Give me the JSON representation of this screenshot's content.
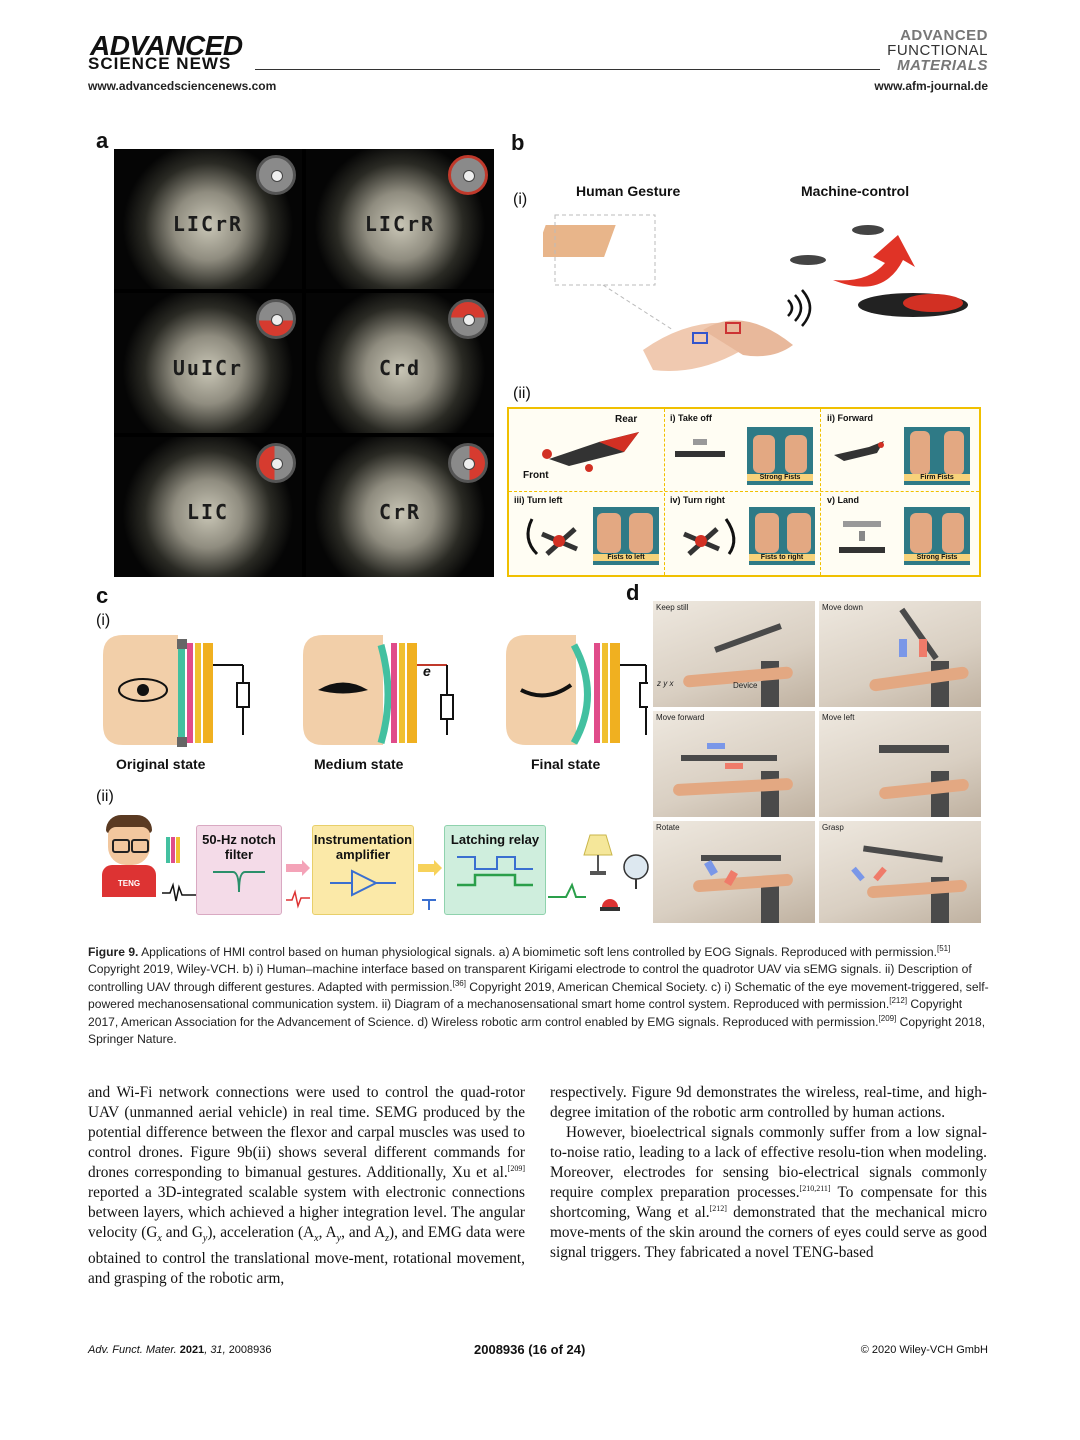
{
  "header": {
    "brand_left_line1": "ADVANCED",
    "brand_left_line2": "SCIENCE NEWS",
    "url_left": "www.advancedsciencenews.com",
    "brand_right_line1": "ADVANCED",
    "brand_right_line2": "FUNCTIONAL",
    "brand_right_line3": "MATERIALS",
    "url_right": "www.afm-journal.de"
  },
  "figure": {
    "panel_labels": {
      "a": "a",
      "b": "b",
      "c": "c",
      "d": "d"
    },
    "panel_a": {
      "tiles": [
        "LICrR",
        "LICrR",
        "UuICr",
        "Crd",
        "LIC",
        "CrR"
      ]
    },
    "panel_b": {
      "sub_i": "(i)",
      "sub_ii": "(ii)",
      "human_gesture": "Human Gesture",
      "machine_control": "Machine-control",
      "rear": "Rear",
      "front": "Front",
      "cells": [
        {
          "title": "i) Take off",
          "caption": "Strong Fists"
        },
        {
          "title": "ii) Forward",
          "caption": "Firm Fists"
        },
        {
          "title": "iii) Turn left",
          "caption": "Fists to left"
        },
        {
          "title": "iv) Turn right",
          "caption": "Fists to right"
        },
        {
          "title": "v) Land",
          "caption": "Strong Fists"
        }
      ]
    },
    "panel_c": {
      "sub_i": "(i)",
      "sub_ii": "(ii)",
      "states": [
        "Original state",
        "Medium state",
        "Final state"
      ],
      "e_label": "e",
      "teng": "TENG",
      "blocks": [
        "50-Hz notch filter",
        "Instrumentation amplifier",
        "Latching relay"
      ]
    },
    "panel_d": {
      "cells": [
        "Keep still",
        "Move down",
        "Move forward",
        "Move left",
        "Rotate",
        "Grasp"
      ],
      "device_label": "Device",
      "axes": "z y x"
    }
  },
  "caption": {
    "label": "Figure 9.",
    "text1": " Applications of HMI control based on human physiological signals. a) A biomimetic soft lens controlled by EOG Signals. Reproduced with permission.",
    "ref1": "[51]",
    "text2": " Copyright 2019, Wiley-VCH. b) i) Human–machine interface based on transparent Kirigami electrode to control the quadrotor UAV via sEMG signals. ii) Description of controlling UAV through different gestures. Adapted with permission.",
    "ref2": "[36]",
    "text3": " Copyright 2019, American Chemical Society. c) i) Schematic of the eye movement-triggered, self-powered mechanosensational communication system. ii) Diagram of a mechanosensational smart home control system. Reproduced with permission.",
    "ref3": "[212]",
    "text4": " Copyright 2017, American Association for the Advancement of Science. d) Wireless robotic arm control enabled by EMG signals. Reproduced with permission.",
    "ref4": "[209]",
    "text5": " Copyright 2018, Springer Nature."
  },
  "body": {
    "left_1": "and Wi-Fi network connections were used to control the quad-rotor UAV (unmanned aerial vehicle) in real time. SEMG produced by the potential difference between the flexor and carpal muscles was used to control drones. Figure 9b(ii) shows several different commands for drones corresponding to bimanual gestures. Additionally, Xu et al.",
    "left_ref1": "[209]",
    "left_2": " reported a 3D-integrated scalable system with electronic connections between layers, which achieved a higher integration level. The angular velocity (G",
    "left_3": "x",
    "left_4": " and G",
    "left_5": "y",
    "left_6": "), acceleration (A",
    "left_7": "x",
    "left_8": ", A",
    "left_9": "y",
    "left_10": ", and A",
    "left_11": "z",
    "left_12": "), and EMG data were obtained to control the translational move-ment, rotational movement, and grasping of the robotic arm,",
    "right_p1": "respectively. Figure 9d demonstrates the wireless, real-time, and high-degree imitation of the robotic arm controlled by human actions.",
    "right_p2a": "However, bioelectrical signals commonly suffer from a low signal-to-noise ratio, leading to a lack of effective resolu-tion when modeling. Moreover, electrodes for sensing bio-electrical signals commonly require complex preparation processes.",
    "right_ref1": "[210,211]",
    "right_p2b": " To compensate for this shortcoming, Wang et al.",
    "right_ref2": "[212]",
    "right_p2c": " demonstrated that the mechanical micro move-ments of the skin around the corners of eyes could serve as good signal triggers. They fabricated a novel TENG-based"
  },
  "footer": {
    "journal": "Adv. Funct. Mater.",
    "year": "2021",
    "volume": "31",
    "article": "2008936",
    "page": "2008936  (16 of 24)",
    "copyright": "© 2020 Wiley-VCH GmbH"
  }
}
